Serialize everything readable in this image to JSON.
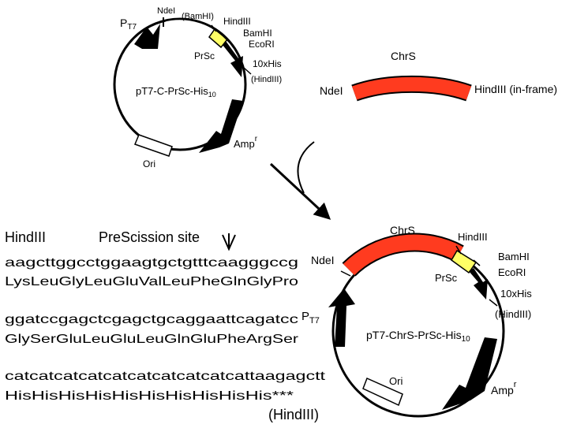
{
  "colors": {
    "chrs_fill": "#ff3b1f",
    "prsc_fill": "#ffff66",
    "outline": "#000000",
    "background": "#ffffff"
  },
  "vector": {
    "name_main": "pT7-C-PrSc-His",
    "name_sub": "10",
    "promoter_main": "P",
    "promoter_sub": "T7",
    "ndei": "NdeI",
    "bamhi_paren": "(BamHI)",
    "hindiii": "HindIII",
    "bamhi": "BamHI",
    "ecori": "EcoRI",
    "prsc": "PrSc",
    "his_tag": "10xHis",
    "hindiii_paren": "(HindIII)",
    "amp_main": "Amp",
    "amp_sup": "r",
    "ori": "Ori"
  },
  "insert": {
    "name": "ChrS",
    "left_site": "NdeI",
    "right_site": "HindIII (in-frame)"
  },
  "product": {
    "name_main": "pT7-ChrS-PrSc-His",
    "name_sub": "10",
    "chrs": "ChrS",
    "ndei": "NdeI",
    "hindiii": "HindIII",
    "bamhi": "BamHI",
    "ecori": "EcoRI",
    "prsc": "PrSc",
    "his_tag": "10xHis",
    "hindiii_paren": "(HindIII)",
    "promoter_main": "P",
    "promoter_sub": "T7",
    "amp_main": "Amp",
    "amp_sup": "r",
    "ori": "Ori"
  },
  "sequence": {
    "hindiii_label": "HindIII",
    "prescission_label": "PreScission site",
    "line1_dna": "aagcttggcctggaagtgctgtttcaagggccg",
    "line1_aa": "LysLeuGlyLeuGluValLeuPheGlnGlyPro",
    "line2_dna": "ggatccgagctcgagctgcaggaattcagatcc",
    "line2_aa": "GlySerGluLeuGluLeuGlnGluPheArgSer",
    "line3_dna": "catcatcatcatcatcatcatcatcatcattaagagctt",
    "line3_aa": "HisHisHisHisHisHisHisHisHisHis***",
    "end_label": "(HindIII)"
  }
}
